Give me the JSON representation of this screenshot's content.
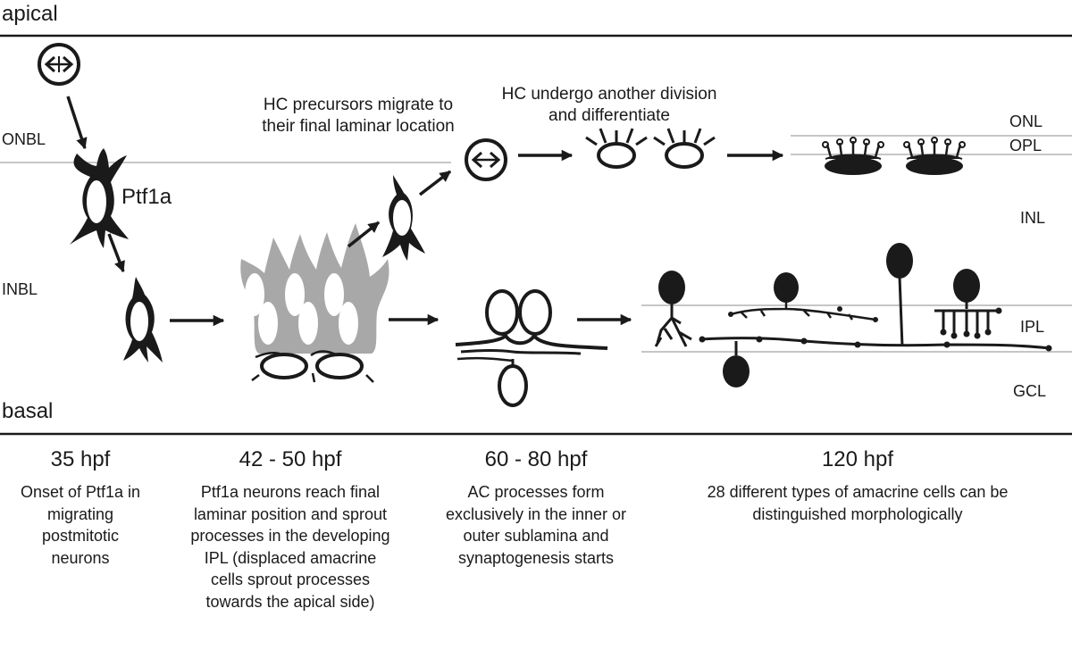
{
  "regions": {
    "apical": "apical",
    "basal": "basal"
  },
  "layers": {
    "onbl": "ONBL",
    "inbl": "INBL",
    "onl": "ONL",
    "opl": "OPL",
    "inl": "INL",
    "ipl": "IPL",
    "gcl": "GCL"
  },
  "cell_label": "Ptf1a",
  "annotations": {
    "hc_migrate": "HC precursors migrate to their final laminar location",
    "hc_divide": "HC undergo another division and differentiate"
  },
  "stages": [
    {
      "time": "35 hpf",
      "description": "Onset of Ptf1a in migrating postmitotic neurons"
    },
    {
      "time": "42 - 50 hpf",
      "description": "Ptf1a neurons reach final laminar position and sprout processes in the developing IPL (displaced amacrine cells sprout processes towards the apical side)"
    },
    {
      "time": "60 - 80 hpf",
      "description": "AC processes form exclusively in the inner or outer sublamina and synaptogenesis starts"
    },
    {
      "time": "120 hpf",
      "description": "28 different types of amacrine cells can be distinguished morphologically"
    }
  ],
  "colors": {
    "ink": "#1a1a1a",
    "layer_line": "#b3b3b3",
    "faded_cell": "#a8a8a8"
  }
}
